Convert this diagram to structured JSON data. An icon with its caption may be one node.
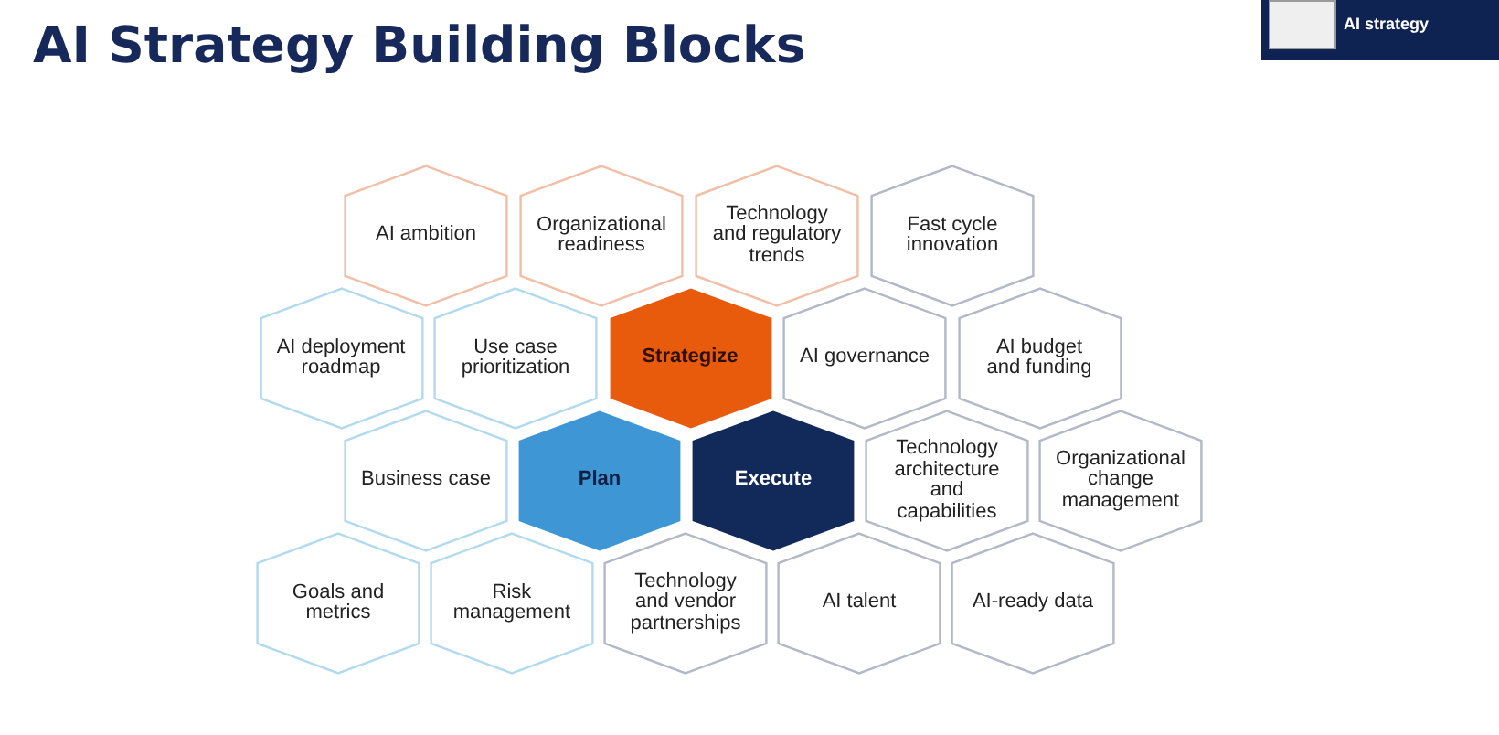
{
  "diagram": {
    "title": "AI Strategy Building Blocks",
    "nodes": [
      {
        "text": [
          "AI strategy"
        ]
      },
      {
        "text": [
          "AI ambition"
        ]
      },
      {
        "text": [
          "Organizational readiness"
        ]
      },
      {
        "text": [
          "Technology and regulatory trends"
        ]
      },
      {
        "text": [
          "Fast cycle innovation"
        ]
      },
      {
        "text": [
          "AI deployment roadmap"
        ]
      },
      {
        "text": [
          "Use case prioritization"
        ]
      },
      {
        "text": [
          "Strategize"
        ]
      },
      {
        "text": [
          "AI governance"
        ]
      },
      {
        "text": [
          "AI budget and funding"
        ]
      },
      {
        "text": [
          "Business case"
        ]
      },
      {
        "text": [
          "Plan"
        ]
      },
      {
        "text": [
          "Execute"
        ]
      },
      {
        "text": [
          "Technology architecture and capabilities"
        ]
      },
      {
        "text": [
          "Organizational change management"
        ]
      },
      {
        "text": [
          "Goals and metrics"
        ]
      },
      {
        "text": [
          "Risk management"
        ]
      },
      {
        "text": [
          "Technology and vendor partnerships"
        ]
      },
      {
        "text": [
          "AI talent"
        ]
      },
      {
        "text": [
          "AI-ready data"
        ]
      }
    ]
  }
}
